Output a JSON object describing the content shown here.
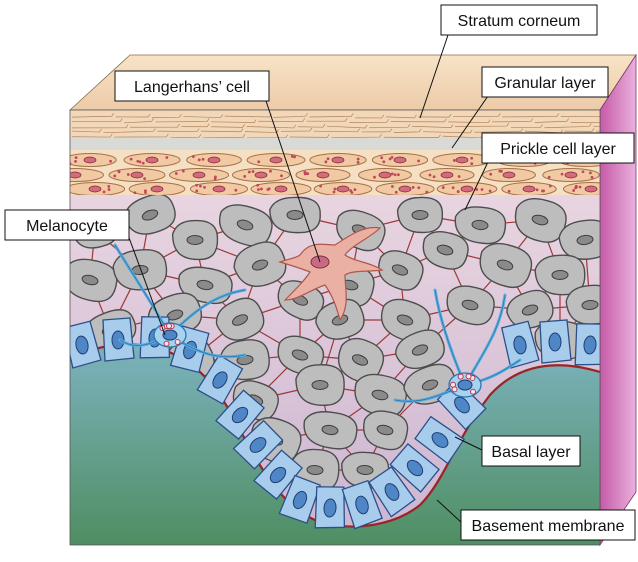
{
  "labels": {
    "stratum_corneum": "Stratum corneum",
    "langerhans_cell": "Langerhans’ cell",
    "granular_layer": "Granular layer",
    "prickle_cell_layer": "Prickle cell layer",
    "melanocyte": "Melanocyte",
    "basal_layer": "Basal layer",
    "basement_membrane": "Basement membrane"
  },
  "colors": {
    "corneum": "#f3dcc0",
    "granular": "#f6e2c6",
    "granular_band": "#d8d8d8",
    "prickle": "#ddc9d9",
    "dermis_top": "#7fb9c6",
    "dermis_bottom": "#4f8f63",
    "side_face": "#d784c0",
    "keratinocyte": "#b8b8b8",
    "basal_cell": "#a9cdea",
    "melanocyte": "#64b4e0",
    "langerhans": "#e7a89d",
    "membrane": "#9b2424",
    "granule": "#c0485a"
  }
}
